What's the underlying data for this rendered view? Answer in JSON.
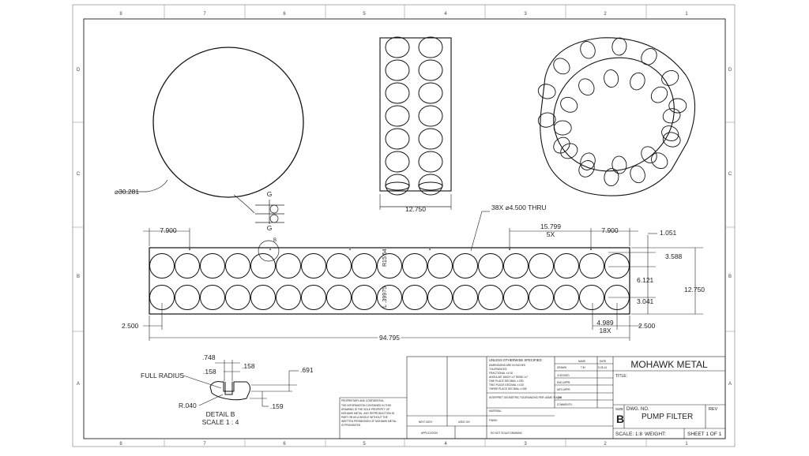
{
  "zones": {
    "top": [
      "8",
      "7",
      "6",
      "5",
      "4",
      "3",
      "2",
      "1"
    ],
    "side": [
      "D",
      "C",
      "B",
      "A"
    ]
  },
  "top_view": {
    "diameter_label": "⌀30.281",
    "section_letter_top": "G",
    "section_letter_bottom": "G"
  },
  "side_view": {
    "width_label": "12.750"
  },
  "flat_pattern": {
    "hole_callout": "38X  ⌀4.500 THRU",
    "left_offset": "7.900",
    "pitch": "15.799",
    "pitch_count": "5X",
    "right_offset": "7.900",
    "edge_gap": "1.051",
    "hole_center_top": "3.588",
    "row_spacing": "6.121",
    "hole_center_bottom": "3.041",
    "height": "12.750",
    "left_edge": "2.500",
    "right_edge": "2.500",
    "small_pitch": "4.989",
    "small_pitch_count": "18X",
    "overall_length": "94.795",
    "radius_label": "R15.54",
    "center_label": "L .39975",
    "detail_marker": "B"
  },
  "detail_b": {
    "dim_top": ".748",
    "dim_mid_left": ".158",
    "dim_mid_right": ".158",
    "dim_right": ".691",
    "dim_bottom": ".159",
    "full_radius": "FULL RADIUS",
    "radius": "R.040",
    "title": "DETAIL B",
    "scale": "SCALE 1 : 4"
  },
  "title_block": {
    "company": "MOHAWK METAL",
    "title_label": "TITLE:",
    "size_label": "SIZE",
    "size": "B",
    "dwg_no_label": "DWG.  NO.",
    "dwg_no": "PUMP FILTER",
    "rev_label": "REV",
    "scale_label": "SCALE: 1:8",
    "weight_label": "WEIGHT:",
    "sheet": "SHEET 1 OF 1",
    "unless_specified": "UNLESS OTHERWISE SPECIFIED:",
    "name_col": "NAME",
    "date_col": "DATE",
    "drawn": "DRAWN",
    "drawn_name": "TJH",
    "drawn_date": "5-25-14",
    "checked": "CHECKED",
    "eng_appr": "ENG APPR.",
    "mfg_appr": "MFG APPR.",
    "qa": "Q.A.",
    "comments": "COMMENTS:",
    "tol_lines": [
      "DIMENSIONS ARE IN INCHES",
      "TOLERANCES:",
      "FRACTIONAL ±1/16",
      "ANGULAR: MACH ±1° BEND ±1°",
      "ONE PLACE DECIMAL  ±.030",
      "TWO PLACE DECIMAL  ±.010",
      "THREE PLACE DECIMAL ±.005"
    ],
    "interpret": "INTERPRET GEOMETRIC TOLERANCING PER: ASME Y14.5M",
    "material": "MATERIAL",
    "finish": "FINISH",
    "next_assy": "NEXT ASSY",
    "used_on": "USED ON",
    "application": "APPLICATION",
    "do_not_scale": "DO NOT SCALE DRAWING",
    "proprietary_title": "PROPRIETARY AND CONFIDENTIAL",
    "proprietary_lines": [
      "THE INFORMATION CONTAINED IN THIS",
      "DRAWING IS THE SOLE PROPERTY OF",
      "MOHAWK METAL. ANY REPRODUCTION IN",
      "PART OR AS A WHOLE WITHOUT THE",
      "WRITTEN PERMISSION OF MOHAWK METAL",
      "IS PROHIBITED."
    ]
  }
}
